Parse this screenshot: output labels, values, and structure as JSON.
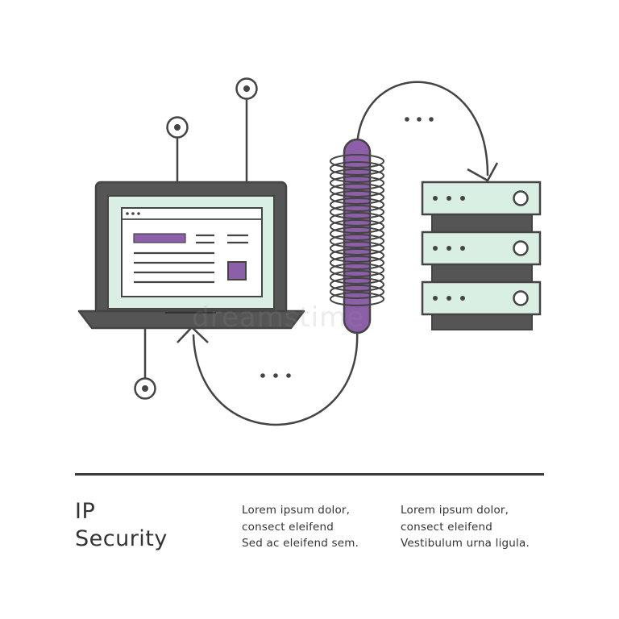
{
  "diagram": {
    "colors": {
      "outline": "#444444",
      "dark_fill": "#555555",
      "mint": "#d9efe3",
      "purple": "#8d5fa8",
      "white": "#ffffff",
      "divider": "#3a3a3a"
    },
    "icons": [
      "laptop-icon",
      "antenna-icon",
      "coil-tunnel-icon",
      "server-rack-icon",
      "arrow-icon",
      "ellipsis-icon"
    ]
  },
  "watermark": "dreamstime.",
  "caption": {
    "title_lines": [
      "IP",
      "Security"
    ],
    "columns": [
      [
        "Lorem ipsum dolor,",
        "consect eleifend",
        "Sed ac eleifend sem."
      ],
      [
        "Lorem ipsum dolor,",
        "consect eleifend",
        "Vestibulum urna ligula."
      ]
    ]
  }
}
